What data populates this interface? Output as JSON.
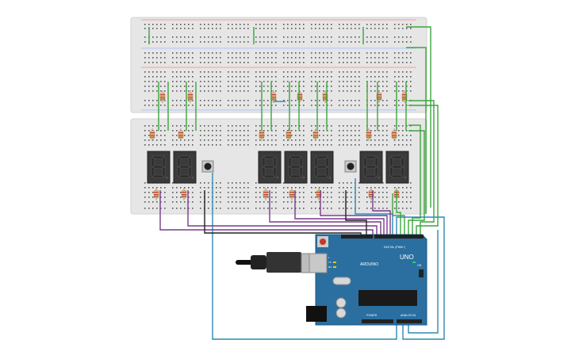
{
  "board": {
    "logo": "UNO",
    "brand": "ARDUINO",
    "digital_label": "DIGITAL (PWM~)",
    "power_label": "POWER",
    "analog_label": "ANALOG IN",
    "on_label": "ON",
    "tx_label": "TX",
    "rx_label": "RX",
    "l_label": "L"
  },
  "colors": {
    "breadboard": "#e6e6e6",
    "arduino": "#2a6fa0",
    "wire_green": "#3aa53a",
    "wire_purple": "#7a3a8c",
    "wire_black": "#222222",
    "wire_blue": "#2a8ab5",
    "segment_display": "#3a3a3a"
  },
  "displays": [
    {
      "group": 1,
      "digits": 2
    },
    {
      "group": 2,
      "digits": 3
    },
    {
      "group": 3,
      "digits": 2
    }
  ],
  "buttons": 2
}
